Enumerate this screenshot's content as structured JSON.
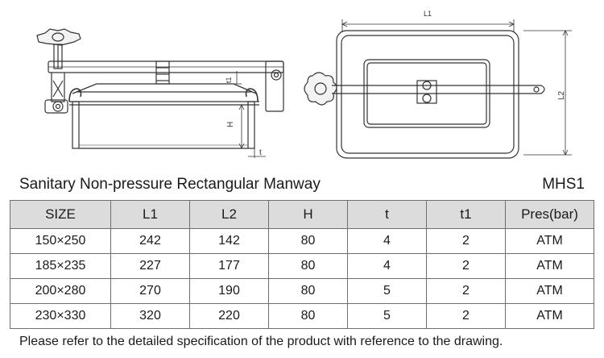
{
  "drawing": {
    "labels": {
      "L1": "L1",
      "L2": "L2",
      "H": "H",
      "t": "t",
      "t1": "t1"
    }
  },
  "header": {
    "title": "Sanitary Non-pressure Rectangular Manway",
    "model": "MHS1"
  },
  "table": {
    "columns": [
      "SIZE",
      "L1",
      "L2",
      "H",
      "t",
      "t1",
      "Pres(bar)"
    ],
    "rows": [
      [
        "150×250",
        "242",
        "142",
        "80",
        "4",
        "2",
        "ATM"
      ],
      [
        "185×235",
        "227",
        "177",
        "80",
        "4",
        "2",
        "ATM"
      ],
      [
        "200×280",
        "270",
        "190",
        "80",
        "5",
        "2",
        "ATM"
      ],
      [
        "230×330",
        "320",
        "220",
        "80",
        "5",
        "2",
        "ATM"
      ]
    ]
  },
  "footnote": "Please refer to the detailed specification of the product with reference to the drawing."
}
